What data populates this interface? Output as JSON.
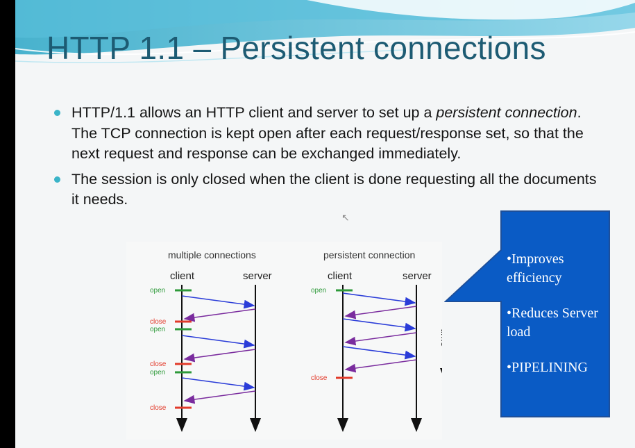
{
  "slide": {
    "title": "HTTP 1.1 – Persistent connections",
    "bullets": [
      {
        "text_before": "HTTP/1.1 allows an HTTP client and server to set up a ",
        "emphasis": "persistent connection",
        "text_after": ". The TCP connection is kept open after each request/response set, so that the next request and response can be exchanged immediately."
      },
      {
        "text": "The session is only closed when the client is done requesting all the documents it needs."
      }
    ]
  },
  "diagram": {
    "left_title": "multiple connections",
    "right_title": "persistent connection",
    "client_label": "client",
    "server_label": "server",
    "open_label": "open",
    "close_label": "close",
    "time_label": "time"
  },
  "callout": {
    "items": [
      "•Improves efficiency",
      "•Reduces Server load",
      "•PIPELINING"
    ]
  },
  "colors": {
    "title": "#1d5b73",
    "bullet": "#3ab4c8",
    "callout_fill": "#0a5bc5",
    "arrow_request": "#2a3cd8",
    "arrow_response": "#7a2c9e",
    "open_mark": "#2e9a3a",
    "close_mark": "#e23a2a"
  }
}
